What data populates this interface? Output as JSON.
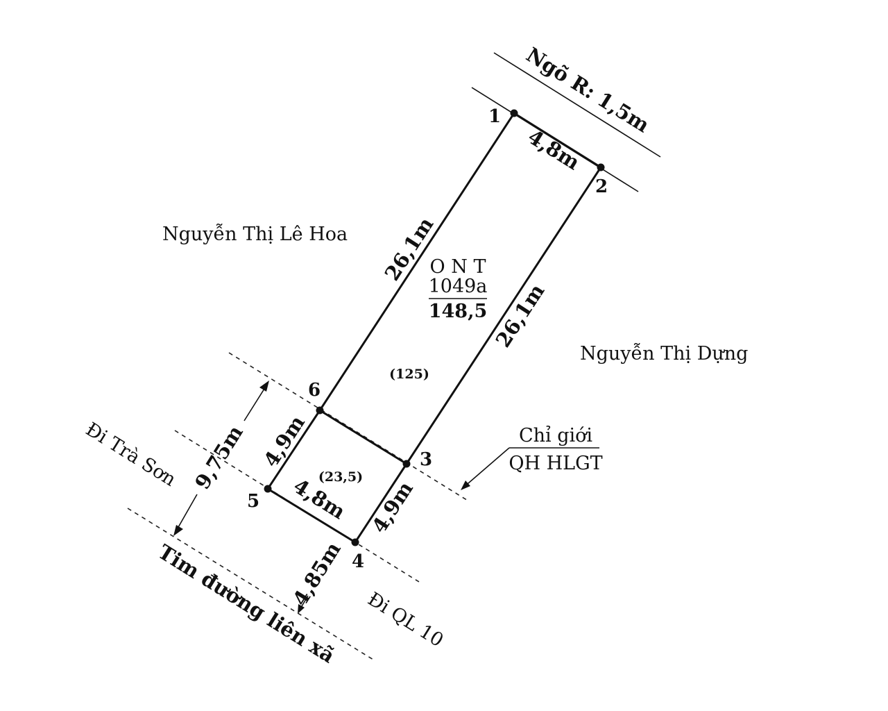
{
  "parcel": {
    "land_type": "O N T",
    "parcel_number": "1049a",
    "area": "148,5",
    "area_main": "(125)",
    "area_setback": "(23,5)"
  },
  "vertices": [
    "1",
    "2",
    "3",
    "4",
    "5",
    "6"
  ],
  "dimensions": {
    "edge_1_2": "4,8m",
    "edge_1_6": "26,1m",
    "edge_2_3": "26,1m",
    "edge_6_5": "4,9m",
    "edge_5_4": "4,8m",
    "edge_3_4": "4,9m",
    "setback_total": "9,75m",
    "to_centerline": "4,85m"
  },
  "neighbors": {
    "left": "Nguyễn Thị Lê Hoa",
    "right": "Nguyễn Thị Dựng"
  },
  "roads": {
    "alley": "Ngõ R: 1,5m",
    "centerline": "Tim đường liên xã",
    "to_tra_son": "Đi Trà Sơn",
    "to_ql10": "Đi QL 10"
  },
  "setback_line": {
    "line1": "Chỉ giới",
    "line2": "QH HLGT"
  }
}
